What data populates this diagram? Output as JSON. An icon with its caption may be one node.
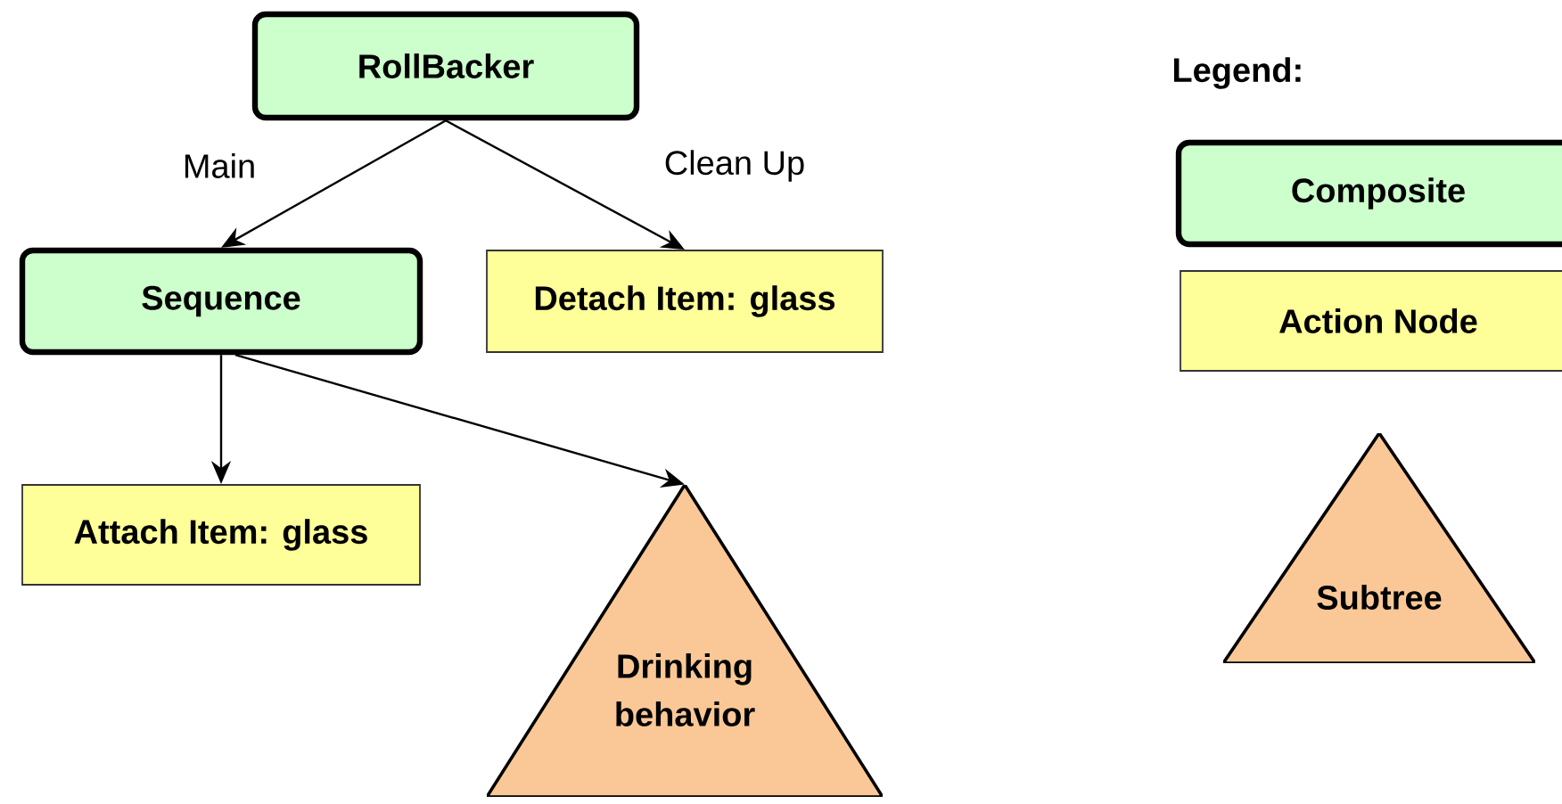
{
  "diagram": {
    "nodes": [
      {
        "text": [
          "RollBacker"
        ]
      },
      {
        "text": [
          "Sequence"
        ]
      },
      {
        "text": [
          "Detach Item: glass"
        ]
      },
      {
        "text": [
          "Attach Item: glass"
        ]
      },
      {
        "text": [
          "Drinking behavior"
        ]
      }
    ],
    "edges": [
      {
        "from": 0,
        "to": 1,
        "arrow": "to",
        "label": "Main"
      },
      {
        "from": 0,
        "to": 2,
        "arrow": "to",
        "label": "Clean Up"
      },
      {
        "from": 1,
        "to": 3,
        "arrow": "to"
      },
      {
        "from": 1,
        "to": 4,
        "arrow": "to"
      }
    ],
    "labels": [
      "Legend:"
    ],
    "legend": [
      {
        "text": "Composite",
        "color": "#ccffcc"
      },
      {
        "text": "Action Node",
        "color": "#ffff99"
      },
      {
        "text": "Subtree",
        "color": "#fac896"
      }
    ]
  }
}
